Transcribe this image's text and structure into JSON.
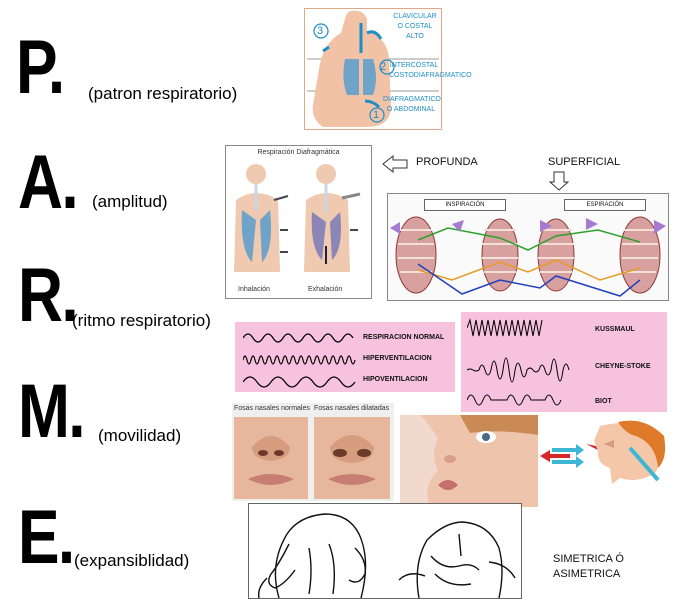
{
  "rows": [
    {
      "letter": "P.",
      "word": "(patron respiratorio)"
    },
    {
      "letter": "A.",
      "word": "(amplitud)"
    },
    {
      "letter": "R.",
      "word": "(ritmo respiratorio)"
    },
    {
      "letter": "M.",
      "word": "(movilidad)"
    },
    {
      "letter": "E.",
      "word": "(expansiblidad)"
    }
  ],
  "pattern_panel": {
    "labels": [
      {
        "num": "3",
        "text": "CLAVICULAR O COSTAL ALTO"
      },
      {
        "num": "2",
        "text": "INTERCOSTAL COSTODIAFRAGMATICO"
      },
      {
        "num": "1",
        "text": "DIAFRAGMATICO O ABDOMINAL"
      }
    ]
  },
  "amplitude": {
    "panel_title": "Respiración Diafragmática",
    "inhale": "Inhalación",
    "exhale": "Exhalación",
    "deep": "PROFUNDA",
    "shallow": "SUPERFICIAL",
    "insp": "INSPIRACIÓN",
    "esp": "ESPIRACIÓN"
  },
  "rhythm": {
    "left": [
      "RESPIRACION NORMAL",
      "HIPERVENTILACION",
      "HIPOVENTILACION"
    ],
    "right": [
      "KUSSMAUL",
      "CHEYNE-STOKE",
      "BIOT"
    ]
  },
  "mobility": {
    "nose_normal": "Fosas nasales normales",
    "nose_dilated": "Fosas nasales dilatadas"
  },
  "expansion": {
    "label": "SIMETRICA Ó ASIMETRICA"
  },
  "colors": {
    "pink": "#f6c2dd",
    "blue": "#1f8ec6",
    "skin": "#f1c2a6",
    "lung_blue": "#6fa3c8"
  }
}
